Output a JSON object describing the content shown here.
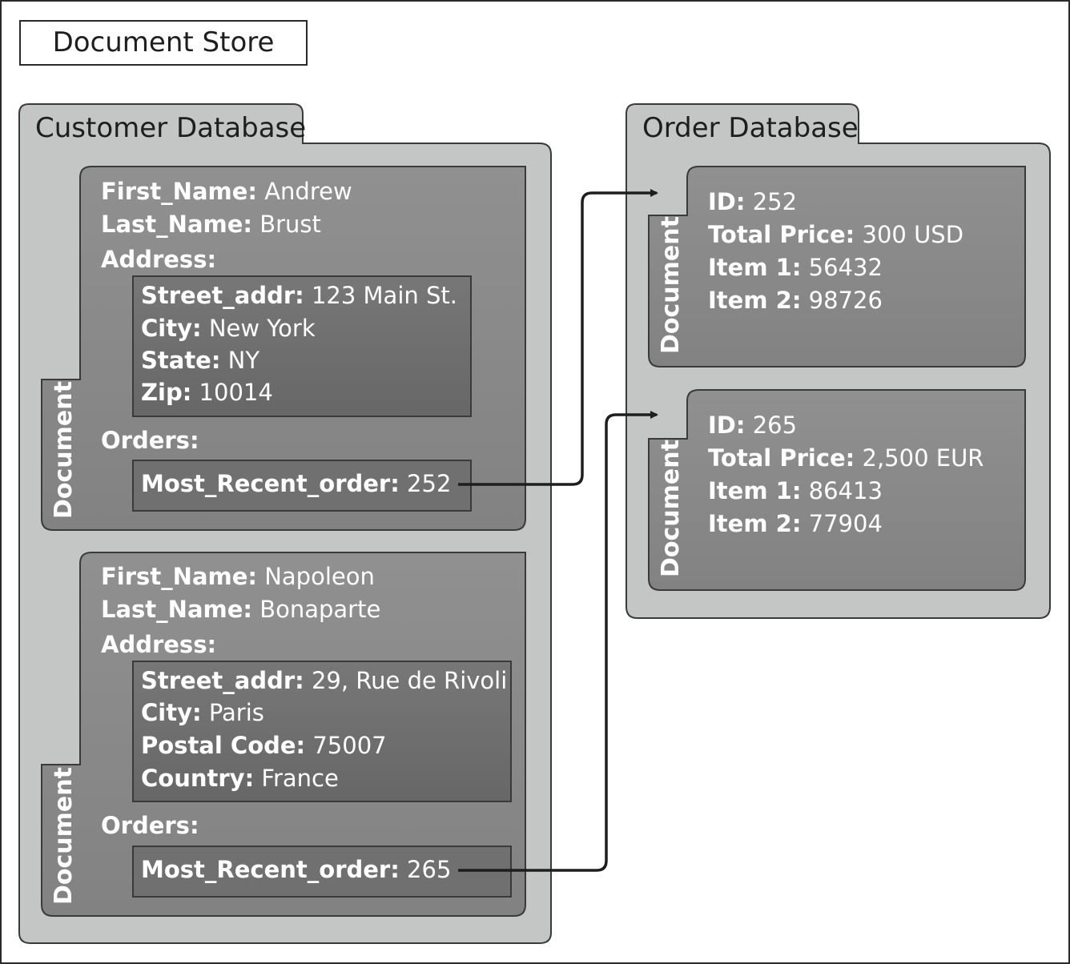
{
  "store": {
    "title": "Document Store"
  },
  "document_label": "Document",
  "customer_db": {
    "label": "Customer Database",
    "documents": [
      {
        "first_name": {
          "key": "First_Name:",
          "value": "Andrew"
        },
        "last_name": {
          "key": "Last_Name:",
          "value": "Brust"
        },
        "address_label": "Address:",
        "address": [
          {
            "key": "Street_addr:",
            "value": "123 Main St."
          },
          {
            "key": "City:",
            "value": "New York"
          },
          {
            "key": "State:",
            "value": "NY"
          },
          {
            "key": "Zip:",
            "value": "10014"
          }
        ],
        "orders_label": "Orders:",
        "most_recent": {
          "key": "Most_Recent_order:",
          "value": "252"
        }
      },
      {
        "first_name": {
          "key": "First_Name:",
          "value": "Napoleon"
        },
        "last_name": {
          "key": "Last_Name:",
          "value": "Bonaparte"
        },
        "address_label": "Address:",
        "address": [
          {
            "key": "Street_addr:",
            "value": "29, Rue de Rivoli"
          },
          {
            "key": "City:",
            "value": "Paris"
          },
          {
            "key": "Postal Code:",
            "value": "75007"
          },
          {
            "key": "Country:",
            "value": "France"
          }
        ],
        "orders_label": "Orders:",
        "most_recent": {
          "key": "Most_Recent_order:",
          "value": "265"
        }
      }
    ]
  },
  "order_db": {
    "label": "Order Database",
    "documents": [
      {
        "fields": [
          {
            "key": "ID:",
            "value": "252"
          },
          {
            "key": "Total Price:",
            "value": "300 USD"
          },
          {
            "key": "Item 1:",
            "value": "56432"
          },
          {
            "key": "Item 2:",
            "value": "98726"
          }
        ]
      },
      {
        "fields": [
          {
            "key": "ID:",
            "value": "265"
          },
          {
            "key": "Total Price:",
            "value": "2,500 EUR"
          },
          {
            "key": "Item 1:",
            "value": "86413"
          },
          {
            "key": "Item 2:",
            "value": "77904"
          }
        ]
      }
    ]
  },
  "colors": {
    "outer_panel": "#c4c5c5",
    "document": "#8a8a8a",
    "nested_box": "#6e6e6e",
    "outline": "#3a3a3a"
  }
}
